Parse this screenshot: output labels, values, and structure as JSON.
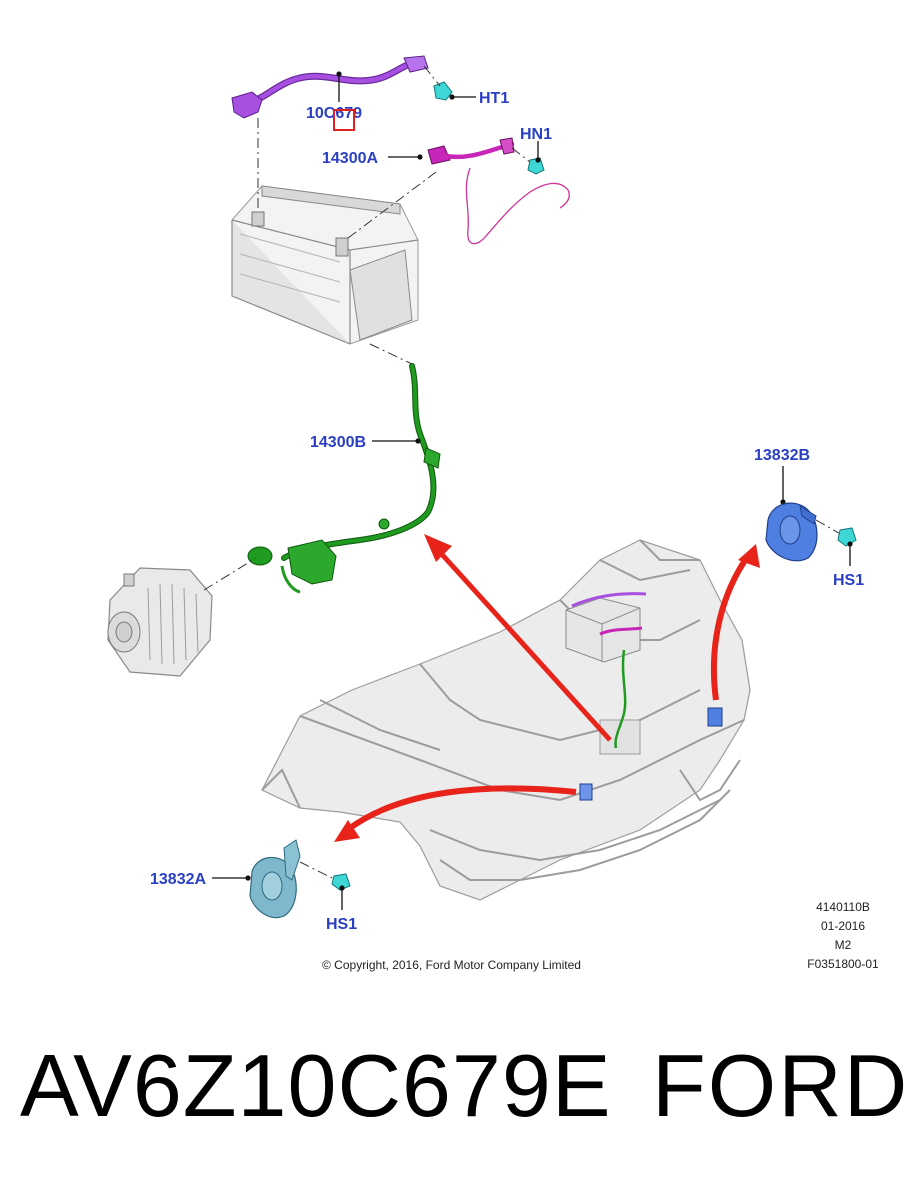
{
  "callouts": {
    "ht1": "HT1",
    "hn1": "HN1",
    "cable_10c679": "10C679",
    "cable_14300a": "14300A",
    "cable_14300b": "14300B",
    "horn_13832b": "13832B",
    "hs1_right": "HS1",
    "horn_13832a": "13832A",
    "hs1_left": "HS1"
  },
  "meta": {
    "line1": "4140110B",
    "line2": "01-2016",
    "line3": "M2",
    "line4": "F0351800-01",
    "copyright": "© Copyright, 2016, Ford Motor Company Limited"
  },
  "caption": {
    "part_number": "AV6Z10C679E",
    "brand": "FORD"
  },
  "colors": {
    "callout_text": "#2a3fc4",
    "cable_10c679": "#a64fe0",
    "cable_14300a": "#c726b8",
    "cable_14300b": "#1f9b1f",
    "horn": "#4f7fe0",
    "bolt": "#3fd6d6",
    "arrow": "#e8231a",
    "highlight_box": "#e02020"
  }
}
